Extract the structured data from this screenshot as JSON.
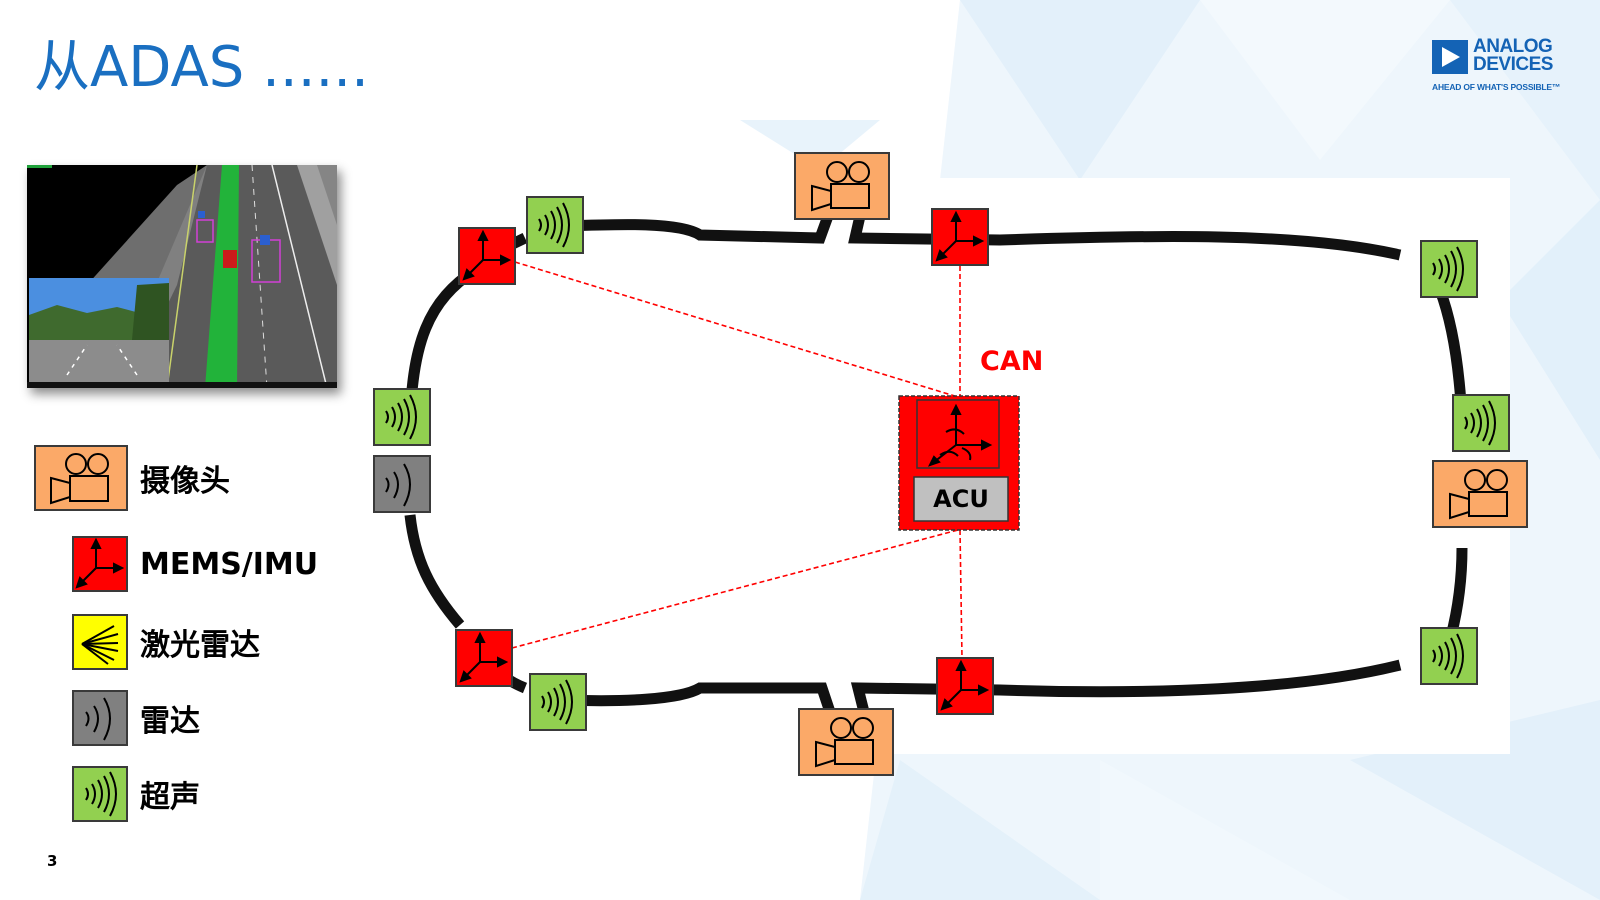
{
  "slide": {
    "title": "从ADAS ......",
    "page_number": "3"
  },
  "logo": {
    "name_line1": "ANALOG",
    "name_line2": "DEVICES",
    "tagline": "AHEAD OF WHAT'S POSSIBLE™"
  },
  "legend": {
    "items": [
      {
        "label": "摄像头",
        "icon": "camera-icon",
        "color": "#fba968"
      },
      {
        "label": "MEMS/IMU",
        "icon": "imu-axes-icon",
        "color": "#ff0000"
      },
      {
        "label": "激光雷达",
        "icon": "lidar-icon",
        "color": "#ffff00"
      },
      {
        "label": "雷达",
        "icon": "radar-icon",
        "color": "#808080"
      },
      {
        "label": "超声",
        "icon": "ultrasonic-icon",
        "color": "#92d050"
      }
    ]
  },
  "diagram": {
    "bus_label": "CAN",
    "controller_label": "ACU",
    "colors": {
      "camera": "#fba968",
      "imu": "#ff0000",
      "lidar": "#ffff00",
      "radar": "#808080",
      "ultrasonic": "#92d050",
      "acu": "#c0c0c0",
      "bus": "#ff0000",
      "title": "#1a6fc1",
      "brand": "#1463b5"
    }
  }
}
